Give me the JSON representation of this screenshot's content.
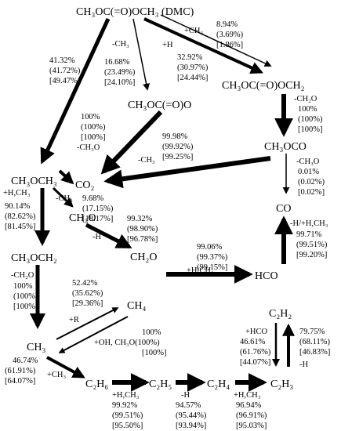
{
  "species": {
    "dmc": "CH₃OC(=O)OCH₃ (DMC)",
    "ch3ocoo": "CH₃OC(=O)O",
    "ch3ocooch2": "CH₃OC(=O)OCH₂",
    "ch3oco": "CH₃OCO",
    "co2": "CO₂",
    "co": "CO",
    "ch3och3": "CH₃OCH₃",
    "ch3o": "CH₃O",
    "ch3och2": "CH₃OCH₂",
    "ch2o": "CH₂O",
    "hco": "HCO",
    "ch4": "CH₄",
    "ch3": "CH₃",
    "c2h6": "C₂H₆",
    "c2h5": "C₂H₅",
    "c2h4": "C₂H₄",
    "c2h3": "C₂H₃",
    "c2h2": "C₂H₂"
  },
  "labels": {
    "dmc_to_ch3och3": [
      "41.32%",
      "(41.72%)",
      "[49.47%]"
    ],
    "dmc_to_ch3ocoo_reag": "-CH₃",
    "dmc_to_ch3ocoo": [
      "16.68%",
      "(23.49%)",
      "[24.10%]"
    ],
    "dmc_to_ch2_reag": "+H",
    "dmc_to_ch2": [
      "32.92%",
      "(30.97%)",
      "[24.44%]"
    ],
    "dmc_to_ch2_ch3_reag": "+CH₃",
    "dmc_to_ch2_ch3": [
      "8.94%",
      "(3.69%)",
      "[1.86%]"
    ],
    "ch3ocoo_to_co2": [
      "100%",
      "(100%)",
      "[100%]"
    ],
    "ch3ocoo_to_co2_reag": "-CH₃O",
    "ch3oco_to_co2": [
      "99.98%",
      "(99.92%)",
      "[99.25%]"
    ],
    "ch3oco_to_co2_reag": "-CH₃",
    "ch2_to_ch3oco_reag": "-CH₂O",
    "ch2_to_ch3oco": [
      "100%",
      "(100%)",
      "[100%]"
    ],
    "ch3oco_to_co_reag": "-CH₃O",
    "ch3oco_to_co": [
      "0.01%",
      "(0.02%)",
      "[0.02%]"
    ],
    "ch3och3_to_ch3och2_reag": "+H,CH₃",
    "ch3och3_to_ch3och2": [
      "90.14%",
      "(82.62%)",
      "[81.45%]"
    ],
    "ch3och3_to_ch3o_reag": "-CH₃",
    "ch3och3_to_ch3o": [
      "9.68%",
      "(17.15%)",
      "[18.17%]"
    ],
    "ch3o_to_ch2o_reag": "-H",
    "ch3o_to_ch2o": [
      "99.32%",
      "(98.90%)",
      "[96.78%]"
    ],
    "ch2o_to_hco": [
      "99.06%",
      "(99.37%)",
      "(99.15%]"
    ],
    "ch2o_to_hco_reag": "+H/CH₃",
    "hco_to_co_reag": "-H/+H,CH₃",
    "hco_to_co": [
      "99.71%",
      "(99.51%)",
      "[99.20%]"
    ],
    "ch3och2_to_ch3_reag": "-CH₂O",
    "ch3och2_to_ch3": [
      "100%",
      "(100%)",
      "[100%]"
    ],
    "ch3_to_ch4": [
      "52.42%",
      "(35.62%)",
      "[29.36%]"
    ],
    "ch3_to_ch4_reag": "+R",
    "ch4_to_ch3": [
      "100%",
      "+OH, CH₃O(100%)",
      "[100%]"
    ],
    "ch3_to_c2h6": [
      "46.74%",
      "(61.91%)",
      "[64.07%]"
    ],
    "ch3_to_c2h6_reag": "+CH₃",
    "c2h6_to_c2h5_reag": "+H,CH₃",
    "c2h6_to_c2h5": [
      "99.92%",
      "(99.51%)",
      "[95.50%]"
    ],
    "c2h5_to_c2h4_reag": "-H",
    "c2h5_to_c2h4": [
      "94.57%",
      "(95.44%)",
      "[93.94%]"
    ],
    "c2h4_to_c2h3_reag": "+H,CH₃",
    "c2h4_to_c2h3": [
      "96.94%",
      "(96.91%)",
      "[95.03%]"
    ],
    "c2h2_to_c2h3_reag": "+HCO",
    "c2h2_to_c2h3": [
      "46.61%",
      "(61.76%)",
      "[44.07%]"
    ],
    "c2h3_to_c2h2": [
      "79.75%",
      "(68.11%)",
      "[46.83%]"
    ],
    "c2h3_to_c2h2_reag": "-H"
  }
}
